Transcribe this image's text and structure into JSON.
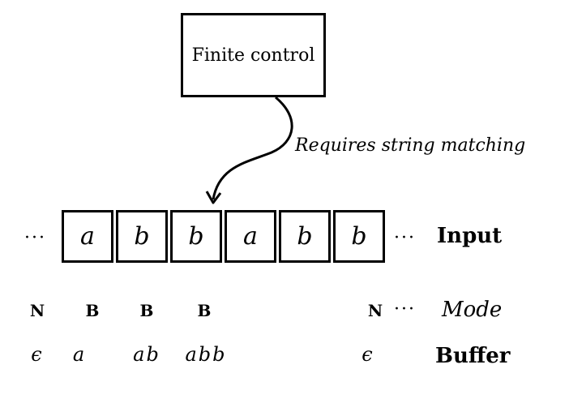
{
  "finite_control": {
    "label": "Finite control"
  },
  "arrow": {
    "label": "Requires string matching"
  },
  "tape": {
    "left_ellipsis": "···",
    "right_ellipsis": "···",
    "cells": [
      "a",
      "b",
      "b",
      "a",
      "b",
      "b"
    ],
    "row_label": "Input"
  },
  "mode": {
    "values": [
      "N",
      "B",
      "B",
      "B"
    ],
    "right_value": "N",
    "right_ellipsis": "···",
    "row_label": "Mode"
  },
  "buffer": {
    "values": [
      "ϵ",
      "a",
      "ab",
      "abb"
    ],
    "right_value": "ϵ",
    "row_label": "Buffer"
  }
}
